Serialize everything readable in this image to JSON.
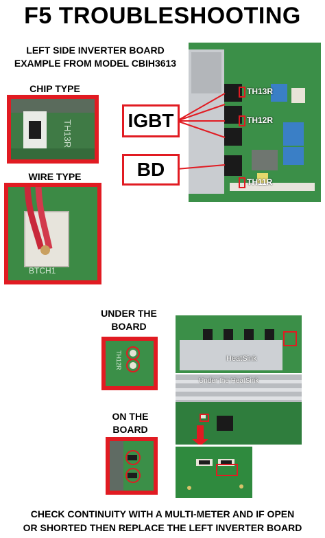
{
  "title": "F5 TROUBLESHOOTING",
  "subtitle": {
    "line1": "LEFT SIDE INVERTER BOARD",
    "line2": "EXAMPLE FROM MODEL CBIH3613"
  },
  "labels": {
    "chip_type": "CHIP TYPE",
    "wire_type": "WIRE TYPE",
    "under_board_1": "UNDER THE",
    "under_board_2": "BOARD",
    "on_board_1": "ON THE",
    "on_board_2": "BOARD"
  },
  "callouts": {
    "igbt": "IGBT",
    "bd": "BD"
  },
  "board_labels": {
    "th13r": "TH13R",
    "th12r": "TH12R",
    "th11r": "TH11R",
    "heatsink": "HeatSink",
    "under_heatsink": "Under the HeatSink"
  },
  "footer": {
    "line1": "CHECK CONTINUITY WITH A MULTI-METER AND IF OPEN",
    "line2": "OR SHORTED THEN REPLACE THE LEFT INVERTER BOARD"
  },
  "colors": {
    "accent_red": "#e11b22",
    "pcb_green": "#2f8a3e",
    "heatsink_silver": "#c9ccd0"
  }
}
